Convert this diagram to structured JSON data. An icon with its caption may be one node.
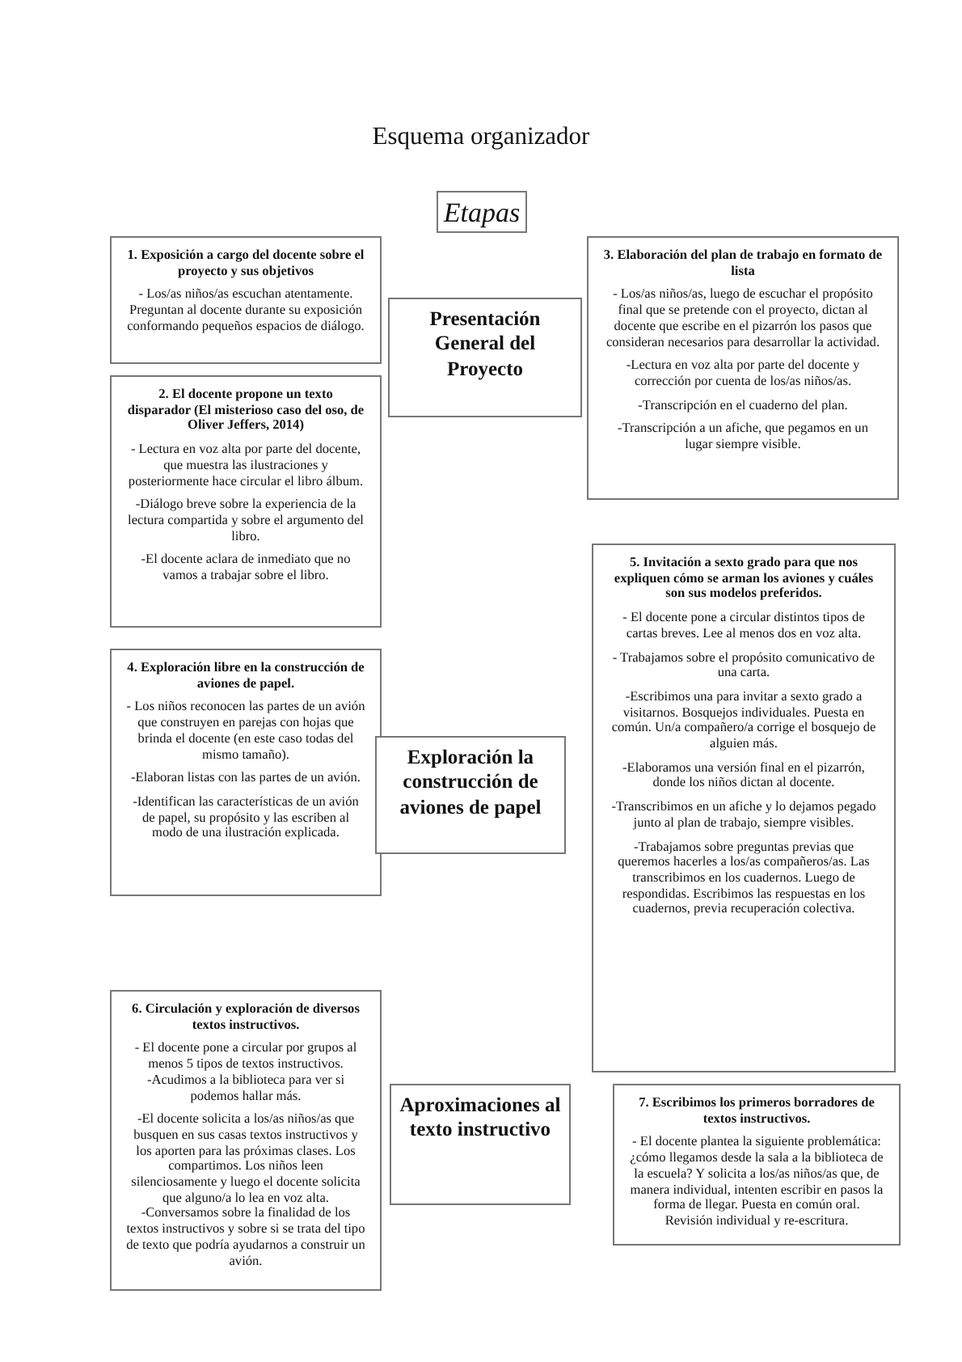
{
  "diagram": {
    "title": "Esquema organizador",
    "nodes": [
      {
        "text": [
          "Etapas"
        ]
      },
      {
        "text": [
          "1. Exposición a cargo del docente sobre el proyecto y sus objetivos",
          "- Los/as niños/as escuchan atentamente. Preguntan al docente durante su exposición conformando pequeños espacios de diálogo."
        ]
      },
      {
        "text": [
          "Presentación General del Proyecto"
        ]
      },
      {
        "text": [
          "3. Elaboración del plan de trabajo en formato de lista",
          "- Los/as niños/as, luego de escuchar el propósito final que se pretende con el proyecto, dictan al docente que escribe en el pizarrón los pasos que consideran necesarios para desarrollar la actividad.",
          "-Lectura en voz alta por parte del docente y corrección por cuenta de los/as niños/as.",
          "-Transcripción en el cuaderno del plan.",
          "-Transcripción a un afiche, que pegamos en un lugar siempre visible."
        ]
      },
      {
        "text": [
          "2. El docente propone un texto disparador (El misterioso caso del oso, de Oliver Jeffers, 2014)",
          "- Lectura en voz alta por parte del docente, que muestra las ilustraciones y posteriormente hace circular el libro álbum.",
          "-Diálogo breve sobre la experiencia de la lectura compartida y sobre el argumento del libro.",
          "-El docente aclara de inmediato que no vamos a trabajar sobre el libro."
        ]
      },
      {
        "text": [
          "4. Exploración libre en la construcción de aviones de papel.",
          "- Los niños reconocen las partes de un avión que construyen en parejas con hojas que brinda el docente (en este caso todas del mismo tamaño).",
          "-Elaboran listas con las partes de un avión.",
          "-Identifican las características de un avión de papel, su propósito y las escriben al modo de una ilustración explicada."
        ]
      },
      {
        "text": [
          "Exploración la construcción de aviones de papel"
        ]
      },
      {
        "text": [
          "5. Invitación a sexto grado para que nos expliquen cómo se arman los aviones y cuáles son sus modelos preferidos.",
          "- El docente pone a circular distintos tipos de cartas breves. Lee al menos dos en voz alta.",
          "- Trabajamos sobre el propósito comunicativo de una carta.",
          "-Escribimos una para invitar a sexto grado a visitarnos. Bosquejos individuales. Puesta en común. Un/a compañero/a corrige el bosquejo de alguien más.",
          "-Elaboramos una versión final en el pizarrón, donde los niños dictan al docente.",
          "-Transcribimos en un afiche y lo dejamos pegado junto al plan de trabajo, siempre visibles.",
          "-Trabajamos sobre preguntas previas que queremos hacerles a los/as compañeros/as. Las transcribimos en los cuadernos. Luego de respondidas. Escribimos las respuestas en los cuadernos, previa recuperación colectiva."
        ]
      },
      {
        "text": [
          "6. Circulación y exploración de diversos textos instructivos.",
          "- El docente pone a circular por grupos al menos 5 tipos de textos instructivos.",
          "-Acudimos a la biblioteca para ver si podemos hallar más.",
          "-El docente solicita a los/as niños/as que busquen en sus casas textos instructivos y los aporten para las próximas clases. Los compartimos. Los niños leen silenciosamente y luego el docente solicita que alguno/a lo lea en voz alta.",
          "-Conversamos sobre la finalidad de los textos instructivos y sobre si se trata del tipo de texto que podría ayudarnos a construir un avión."
        ]
      },
      {
        "text": [
          "Aproximaciones al texto instructivo"
        ]
      },
      {
        "text": [
          "7. Escribimos los primeros borradores de textos instructivos.",
          "- El docente plantea la siguiente problemática: ¿cómo llegamos desde la sala a la biblioteca de la escuela? Y solicita a los/as niños/as que, de manera individual, intenten escribir en pasos la forma de llegar. Puesta en común oral. Revisión individual y re-escritura."
        ]
      }
    ]
  }
}
